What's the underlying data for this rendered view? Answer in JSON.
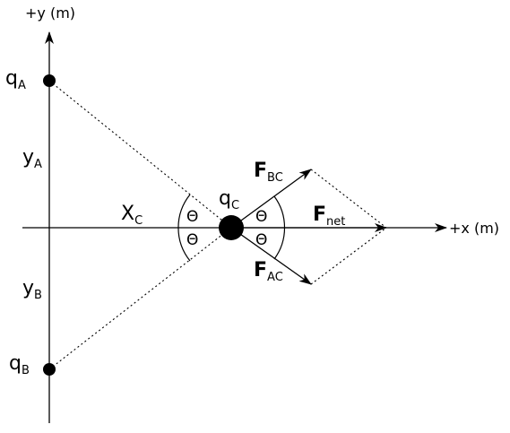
{
  "axes": {
    "x_label": "+x (m)",
    "y_label": "+y (m)"
  },
  "charges": {
    "a": {
      "symbol": "q",
      "subscript": "A"
    },
    "b": {
      "symbol": "q",
      "subscript": "B"
    },
    "c": {
      "symbol": "q",
      "subscript": "C"
    }
  },
  "distances": {
    "y_a": {
      "symbol": "y",
      "subscript": "A"
    },
    "y_b": {
      "symbol": "y",
      "subscript": "B"
    },
    "x_c": {
      "symbol": "X",
      "subscript": "C"
    }
  },
  "forces": {
    "f_bc": {
      "symbol": "F",
      "subscript": "BC"
    },
    "f_ac": {
      "symbol": "F",
      "subscript": "AC"
    },
    "f_net": {
      "symbol": "F",
      "subscript": "net"
    }
  },
  "angle_symbol": "Θ",
  "colors": {
    "ink": "#000000",
    "background": "#ffffff"
  }
}
